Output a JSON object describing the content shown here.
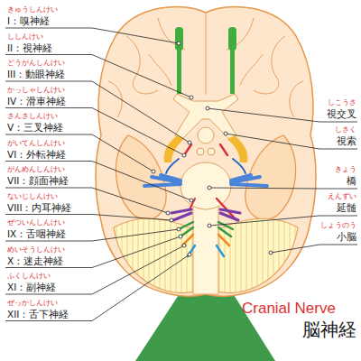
{
  "diagram": {
    "labels": [
      "きゅうしんけい",
      "I：嗅神経",
      "ししんけい",
      "II：視神経",
      "どうがんしんけい",
      "III：動眼神経",
      "かっしゃしんけい",
      "IV：滑車神経",
      "さんさしんけい",
      "V：三叉神経",
      "がいてんしんけい",
      "VI：外転神経",
      "がんめんしんけい",
      "VII：顔面神経",
      "ないじしんけい",
      "VIII：内耳神経",
      "ぜついんしんけい",
      "IX：舌咽神経",
      "めいそうしんけい",
      "X：迷走神経",
      "ふくしんけい",
      "XI：副神経",
      "ぜっかしんけい",
      "XII：舌下神経",
      "しこうさ",
      "視交叉",
      "しさく",
      "視索",
      "きょう",
      "橋",
      "えんずい",
      "延髄",
      "しょうのう",
      "小脳",
      "Cranial Nerve",
      "脳神経"
    ]
  }
}
